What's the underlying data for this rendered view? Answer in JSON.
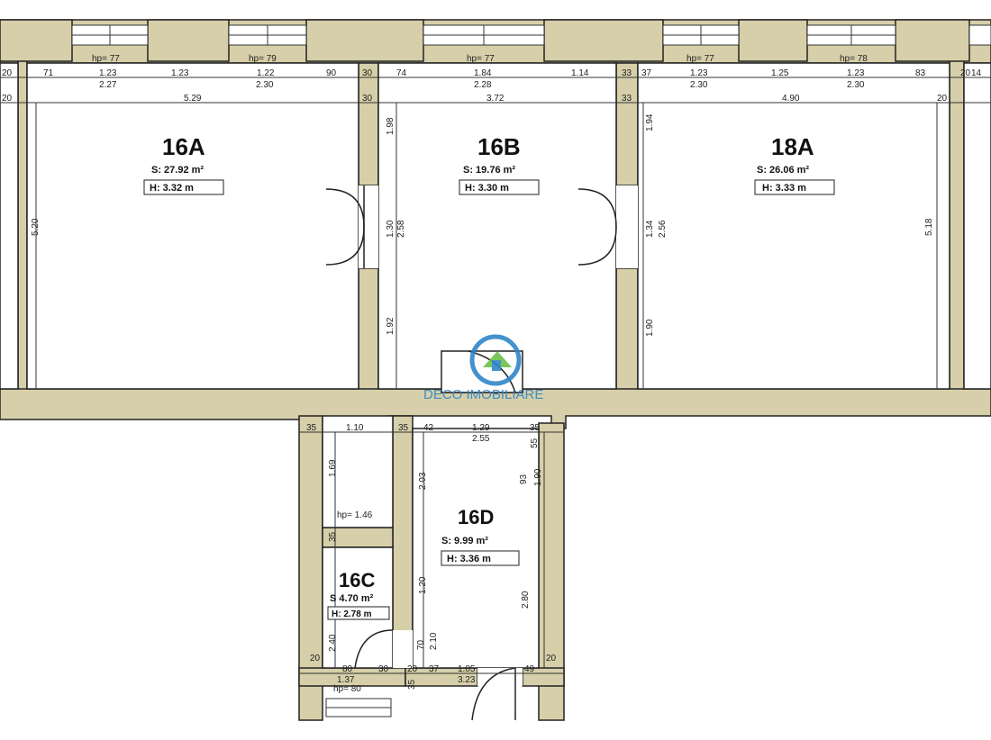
{
  "brand": {
    "name": "DECO IMOBILIARE"
  },
  "rooms": [
    {
      "id": "16A",
      "name": "16A",
      "area": "S: 27.92 m²",
      "height": "H: 3.32 m"
    },
    {
      "id": "16B",
      "name": "16B",
      "area": "S: 19.76 m²",
      "height": "H: 3.30 m"
    },
    {
      "id": "18A",
      "name": "18A",
      "area": "S: 26.06 m²",
      "height": "H: 3.33 m"
    },
    {
      "id": "16D",
      "name": "16D",
      "area": "S:  9.99 m²",
      "height": "H: 3.36 m"
    },
    {
      "id": "16C",
      "name": "16C",
      "area": "S   4.70 m²",
      "height": "H: 2.78 m"
    }
  ],
  "window_heights": {
    "w1": "hp= 77",
    "w2": "hp= 79",
    "w3": "hp= 77",
    "w4": "hp= 77",
    "w5": "hp= 78",
    "w6": "hp= 1.46",
    "w7": "hp= 80"
  },
  "dims": {
    "top_row1": [
      "20",
      "71",
      "1.23",
      "1.23",
      "1.22",
      "90",
      "30",
      "74",
      "1.84",
      "1.14",
      "33",
      "37",
      "1.23",
      "1.25",
      "1.23",
      "83",
      "20",
      "14"
    ],
    "top_row2": [
      "2.27",
      "2.30",
      "2.28",
      "2.30",
      "2.30"
    ],
    "top_row3": [
      "20",
      "5.29",
      "30",
      "3.72",
      "33",
      "4.90",
      "20"
    ],
    "left_vertical": "5.20",
    "b_left_upper": "1.98",
    "b_left_door1": "1.30",
    "b_left_door2": "2.58",
    "b_left_lower": "1.92",
    "b_right_upper": "1.94",
    "b_right_door1": "1.34",
    "b_right_door2": "2.56",
    "b_right_lower": "1.90",
    "right_vertical": "5.18",
    "lower_top": [
      "35",
      "1.10",
      "35",
      "42",
      "1.29",
      "55",
      "35"
    ],
    "lower_top2": "2.55",
    "c_upper_v": "1.69",
    "c_mid": "35",
    "d_left_upper": "2.03",
    "d_right_a": "93",
    "d_right_b": "1.90",
    "d_left_mid": "1.20",
    "d_right_long": "2.80",
    "c_lower_v": "2.40",
    "d_left_lower1": "70",
    "d_left_lower2": "2.10",
    "c_left": "20",
    "d_right_small": "20",
    "bottom_row": [
      "80",
      "30",
      "20",
      "37",
      "1.05",
      "49"
    ],
    "bottom_row2": [
      "1.37",
      "3.23"
    ],
    "d_bottom_side": "35"
  }
}
